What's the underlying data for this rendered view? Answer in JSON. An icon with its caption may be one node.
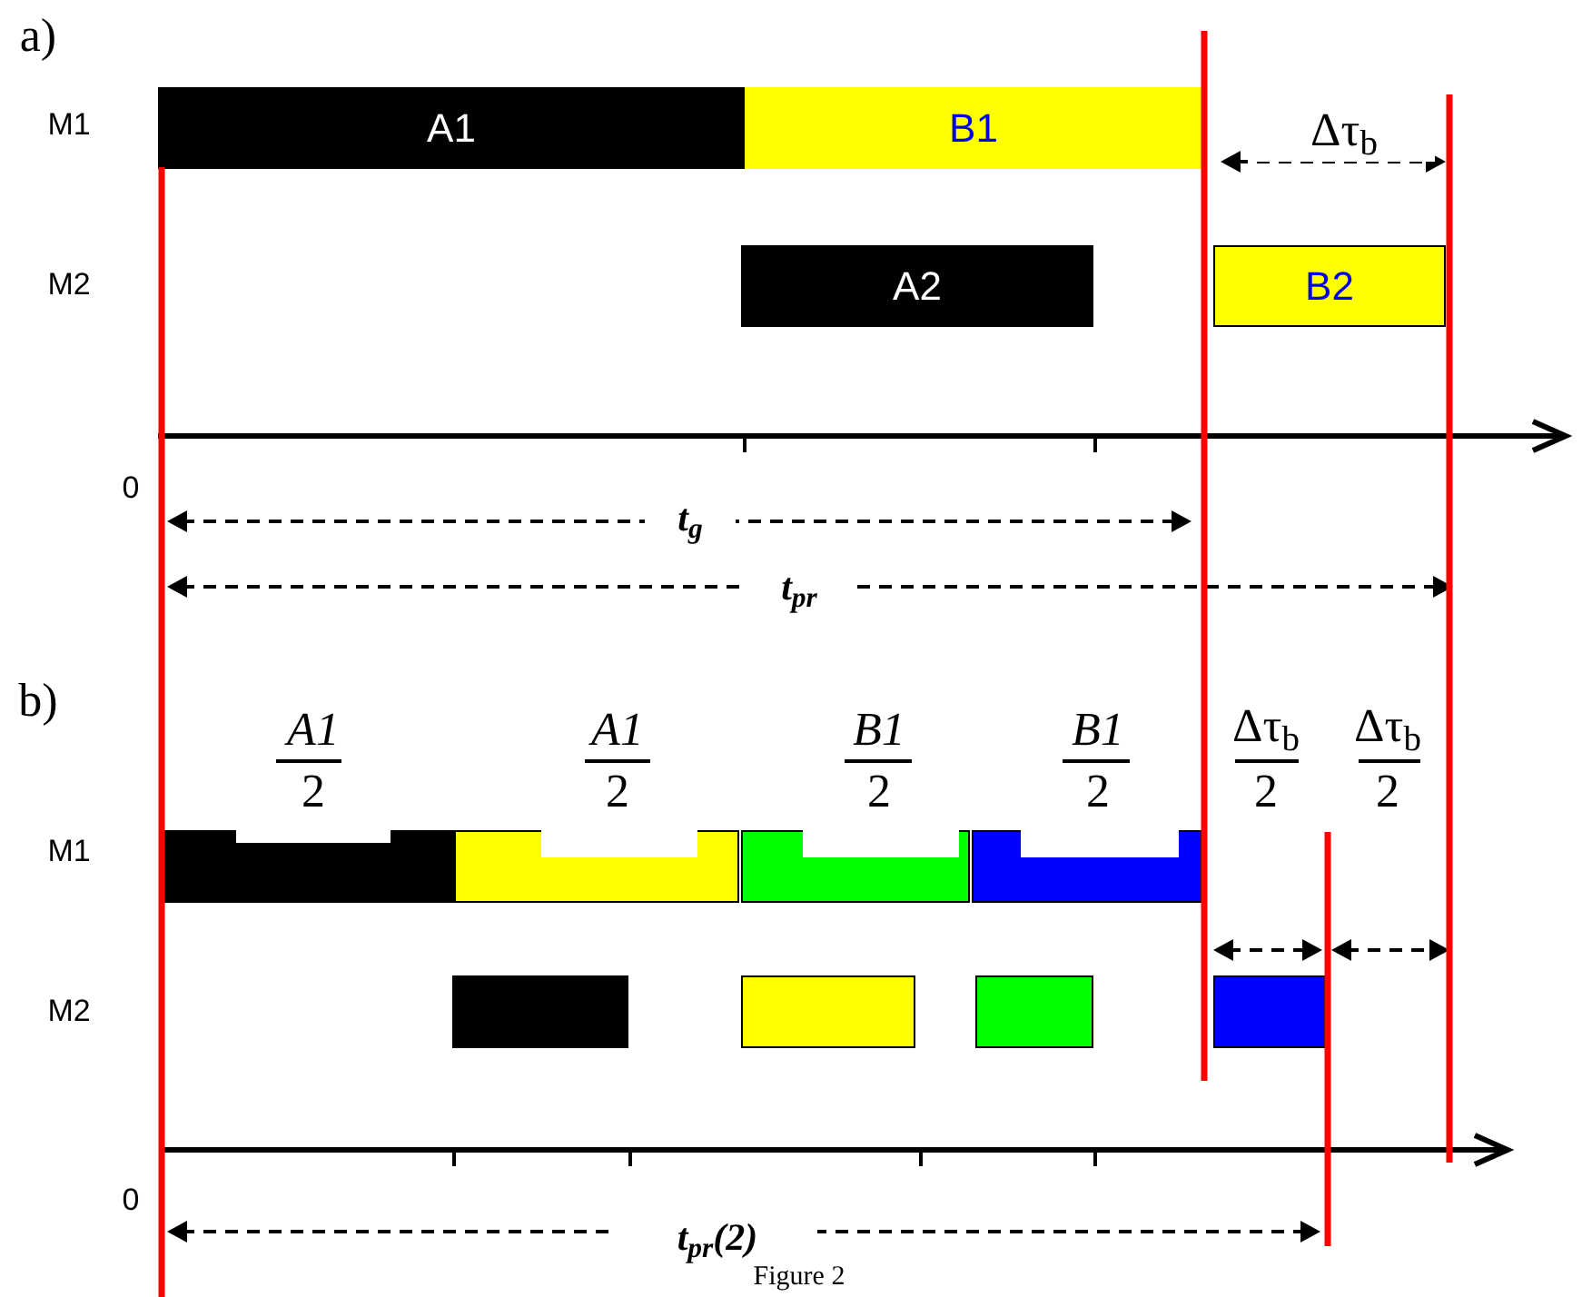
{
  "diagram": {
    "caption": "Figure 2",
    "nodes": [
      {
        "text": [
          "A1"
        ]
      },
      {
        "text": [
          "B1"
        ]
      },
      {
        "text": [
          "A2"
        ]
      },
      {
        "text": [
          "B2"
        ]
      },
      {
        "text": [],
        "shape": "bar"
      },
      {
        "text": [],
        "shape": "bar"
      },
      {
        "text": [],
        "shape": "bar"
      },
      {
        "text": [],
        "shape": "bar"
      },
      {
        "text": [],
        "shape": "bar"
      },
      {
        "text": [],
        "shape": "bar"
      },
      {
        "text": [],
        "shape": "bar"
      },
      {
        "text": [],
        "shape": "bar"
      }
    ],
    "edges": [],
    "labels": [
      "a)",
      "M1",
      "Δτ$_{b}$",
      "M2",
      "0",
      "t$_{g}$",
      "t$_{pr}$",
      "b)",
      "A1",
      "2",
      "A1",
      "2",
      "B1",
      "2",
      "B1",
      "2",
      "Δτ$_{b}$",
      "2",
      "Δτ$_{b}$",
      "2",
      "M1",
      "M2",
      "0",
      "t$_{pr}$(2)"
    ]
  }
}
